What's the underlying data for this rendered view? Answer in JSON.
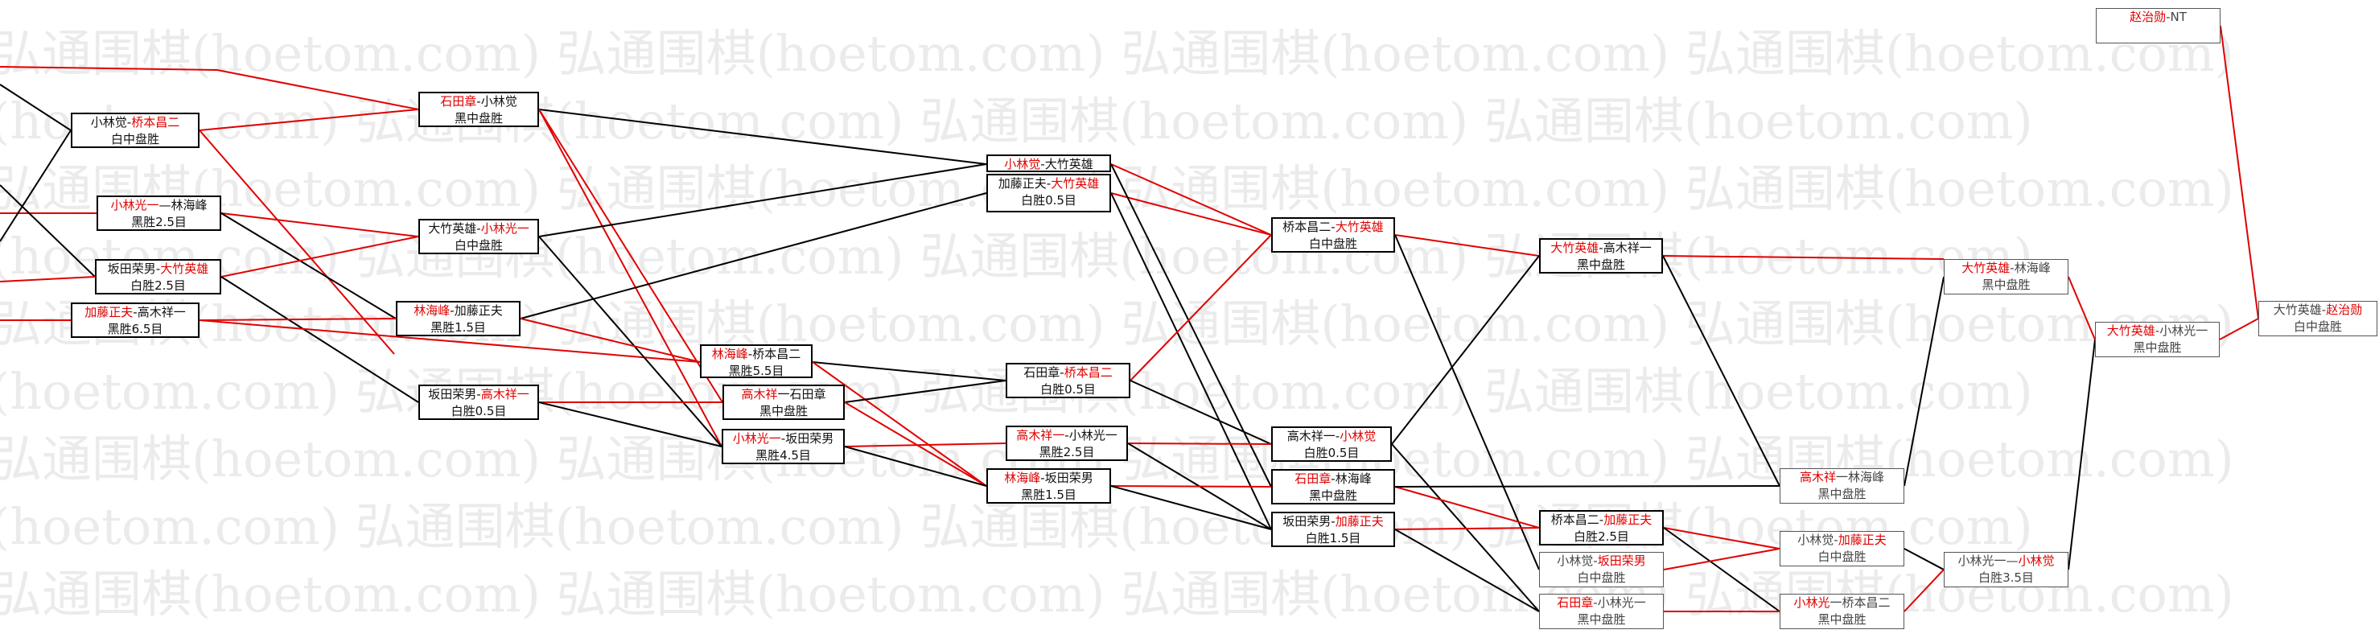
{
  "watermark": {
    "text": "弘通围棋(hoetom.com)"
  },
  "colors": {
    "win": "#e00000",
    "loss": "#000000",
    "faded": "#555555"
  },
  "nodes": [
    {
      "id": "n1",
      "p1": "小林觉",
      "p2": "桥本昌二",
      "winner": 2,
      "result": "白中盘胜",
      "sep": "-"
    },
    {
      "id": "n2",
      "p1": "小林光一",
      "p2": "林海峰",
      "winner": 1,
      "result": "黑胜2.5目",
      "sep": "—"
    },
    {
      "id": "n3",
      "p1": "坂田荣男",
      "p2": "大竹英雄",
      "winner": 2,
      "result": "白胜2.5目",
      "sep": "-"
    },
    {
      "id": "n4",
      "p1": "加藤正夫",
      "p2": "高木祥一",
      "winner": 1,
      "result": "黑胜6.5目",
      "sep": "-"
    },
    {
      "id": "n5",
      "p1": "石田章",
      "p2": "小林觉",
      "winner": 1,
      "result": "黑中盘胜",
      "sep": "-"
    },
    {
      "id": "n6",
      "p1": "大竹英雄",
      "p2": "小林光一",
      "winner": 2,
      "result": "白中盘胜",
      "sep": "-"
    },
    {
      "id": "n7",
      "p1": "林海峰",
      "p2": "加藤正夫",
      "winner": 1,
      "result": "黑胜1.5目",
      "sep": "-"
    },
    {
      "id": "n8",
      "p1": "坂田荣男",
      "p2": "高木祥一",
      "winner": 2,
      "result": "白胜0.5目",
      "sep": "-"
    },
    {
      "id": "n9",
      "p1": "林海峰",
      "p2": "桥本昌二",
      "winner": 1,
      "result": "黑胜5.5目",
      "sep": "-"
    },
    {
      "id": "n10",
      "p1": "高木祥",
      "p2": "石田章",
      "winner": 1,
      "result": "黑中盘胜",
      "sep": "一"
    },
    {
      "id": "n11",
      "p1": "小林光一",
      "p2": "坂田荣男",
      "winner": 1,
      "result": "黑胜4.5目",
      "sep": "-"
    },
    {
      "id": "n12",
      "p1": "小林觉",
      "p2": "大竹英雄",
      "winner": 1,
      "result": "",
      "sep": "-"
    },
    {
      "id": "n13",
      "p1": "加藤正夫",
      "p2": "大竹英雄",
      "winner": 2,
      "result": "白胜0.5目",
      "sep": "-"
    },
    {
      "id": "n14",
      "p1": "石田章",
      "p2": "桥本昌二",
      "winner": 2,
      "result": "白胜0.5目",
      "sep": "-"
    },
    {
      "id": "n15",
      "p1": "高木祥一",
      "p2": "小林光一",
      "winner": 1,
      "result": "黑胜2.5目",
      "sep": "-"
    },
    {
      "id": "n16",
      "p1": "林海峰",
      "p2": "坂田荣男",
      "winner": 1,
      "result": "黑胜1.5目",
      "sep": "-"
    },
    {
      "id": "n17",
      "p1": "桥本昌二",
      "p2": "大竹英雄",
      "winner": 2,
      "result": "白中盘胜",
      "sep": "-"
    },
    {
      "id": "n18",
      "p1": "高木祥一",
      "p2": "小林觉",
      "winner": 2,
      "result": "白胜0.5目",
      "sep": "-"
    },
    {
      "id": "n19",
      "p1": "石田章",
      "p2": "林海峰",
      "winner": 1,
      "result": "黑中盘胜",
      "sep": "-"
    },
    {
      "id": "n20",
      "p1": "坂田荣男",
      "p2": "加藤正夫",
      "winner": 2,
      "result": "白胜1.5目",
      "sep": "-"
    },
    {
      "id": "n21",
      "p1": "大竹英雄",
      "p2": "高木祥一",
      "winner": 1,
      "result": "黑中盘胜",
      "sep": "-"
    },
    {
      "id": "n22",
      "p1": "桥本昌二",
      "p2": "加藤正夫",
      "winner": 2,
      "result": "白胜2.5目",
      "sep": "-"
    },
    {
      "id": "n23",
      "p1": "小林觉",
      "p2": "坂田荣男",
      "winner": 2,
      "result": "白中盘胜",
      "sep": "-"
    },
    {
      "id": "n24",
      "p1": "石田章",
      "p2": "小林光一",
      "winner": 1,
      "result": "黑中盘胜",
      "sep": "-"
    },
    {
      "id": "n25",
      "p1": "大竹英雄",
      "p2": "林海峰",
      "winner": 1,
      "result": "黑中盘胜",
      "sep": "-"
    },
    {
      "id": "n26",
      "p1": "高木祥",
      "p2": "林海峰",
      "winner": 1,
      "result": "黑中盘胜",
      "sep": "一"
    },
    {
      "id": "n27",
      "p1": "小林觉",
      "p2": "加藤正夫",
      "winner": 2,
      "result": "白中盘胜",
      "sep": "-"
    },
    {
      "id": "n28",
      "p1": "小林光",
      "p2": "桥本昌二",
      "winner": 1,
      "result": "黑中盘胜",
      "sep": "一"
    },
    {
      "id": "n29",
      "p1": "大竹英雄",
      "p2": "小林光一",
      "winner": 1,
      "result": "黑中盘胜",
      "sep": "-"
    },
    {
      "id": "n30",
      "p1": "小林光一",
      "p2": "小林觉",
      "winner": 2,
      "result": "白胜3.5目",
      "sep": "—"
    },
    {
      "id": "n31",
      "p1": "赵治勋",
      "p2": "NT",
      "winner": 1,
      "result": "",
      "sep": "-"
    },
    {
      "id": "n32",
      "p1": "大竹英雄",
      "p2": "赵治勋",
      "winner": 2,
      "result": "白中盘胜",
      "sep": "-"
    }
  ]
}
